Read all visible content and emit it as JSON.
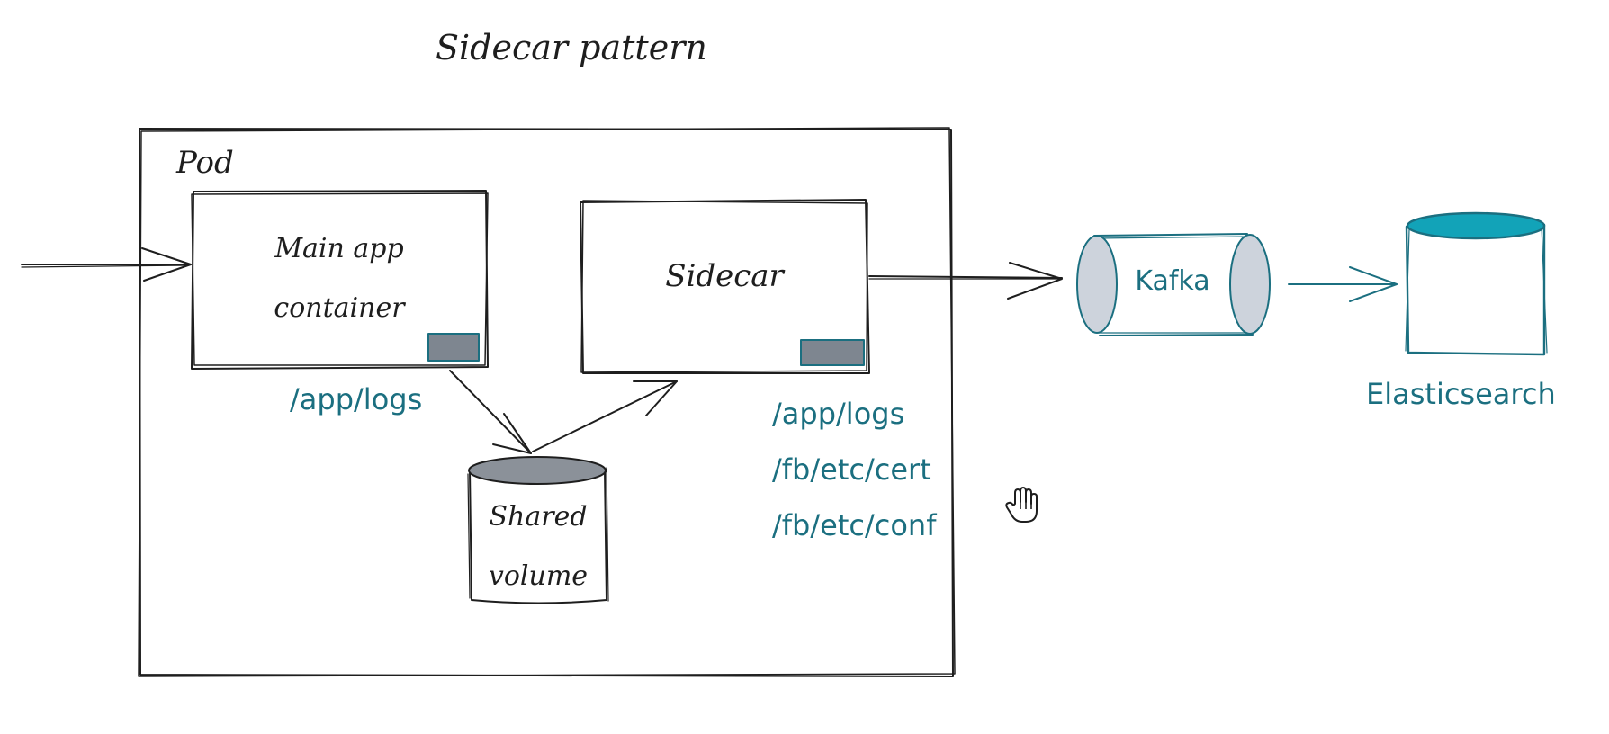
{
  "title": "Sidecar pattern",
  "pod": {
    "label": "Pod"
  },
  "main_app": {
    "line1": "Main app",
    "line2": "container",
    "path": "/app/logs"
  },
  "sidecar": {
    "label": "Sidecar",
    "paths": [
      "/app/logs",
      "/fb/etc/cert",
      "/fb/etc/conf"
    ]
  },
  "shared_volume": {
    "line1": "Shared",
    "line2": "volume"
  },
  "kafka": {
    "label": "Kafka"
  },
  "elasticsearch": {
    "label": "Elasticsearch"
  },
  "colors": {
    "stroke": "#1e1e1e",
    "teal": "#1b6f80",
    "elastic_fill": "#12a3b8",
    "cylinder_gray": "#8b9199",
    "kafka_cap": "#cdd3dc",
    "port_gray": "#7e8690"
  },
  "icons": {
    "cursor": "hand-cursor-icon"
  }
}
